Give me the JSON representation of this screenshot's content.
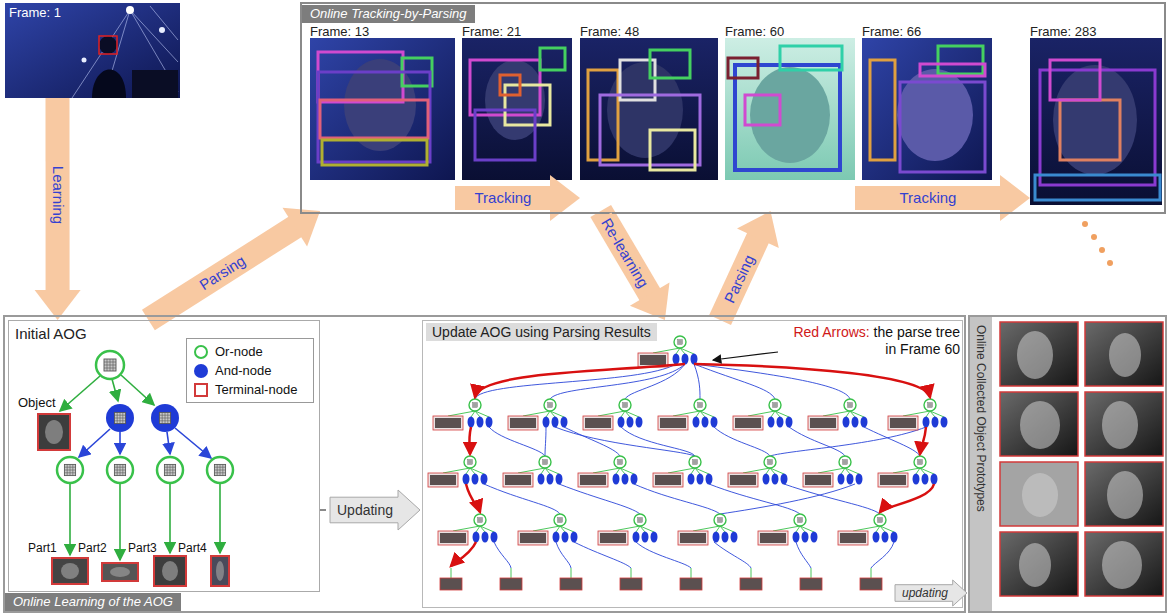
{
  "diagram": {
    "nodes": [
      {
        "text": [
          "Frame: 1"
        ]
      },
      {
        "text": [
          "Online Tracking-by-Parsing"
        ]
      },
      {
        "text": [
          "Frame: 13"
        ],
        "in": 1
      },
      {
        "text": [
          "Frame: 21"
        ],
        "in": 1
      },
      {
        "text": [
          "Frame: 48"
        ],
        "in": 1
      },
      {
        "text": [
          "Frame: 60"
        ],
        "in": 1
      },
      {
        "text": [
          "Frame: 66"
        ],
        "in": 1
      },
      {
        "text": [
          "Frame: 283"
        ],
        "in": 1
      },
      {
        "text": [
          "Online Learning of the AOG"
        ]
      },
      {
        "text": [
          "Initial AOG"
        ],
        "in": 8
      },
      {
        "text": [
          "Updating"
        ],
        "in": 8
      },
      {
        "text": [
          "Update AOG using Parsing Results"
        ],
        "in": 8
      },
      {
        "text": [
          "updating"
        ],
        "in": 11
      },
      {
        "text": [
          "Online Collected Object Prototypes"
        ]
      }
    ],
    "edges": [
      {
        "from": 0,
        "to": 9,
        "arrow": "to",
        "label": "Learning"
      },
      {
        "from": 9,
        "to": 2,
        "arrow": "to",
        "label": "Parsing"
      },
      {
        "from": 2,
        "to": 4,
        "arrow": "to",
        "label": "Tracking"
      },
      {
        "from": 4,
        "to": 11,
        "arrow": "to",
        "label": "Re-learning"
      },
      {
        "from": 11,
        "to": 5,
        "arrow": "to",
        "label": "Parsing"
      },
      {
        "from": 5,
        "to": 7,
        "arrow": "to",
        "label": "Tracking"
      },
      {
        "from": 9,
        "to": 10,
        "arrow": "none"
      }
    ],
    "labels": [
      "Object",
      "Part1",
      "Part2",
      "Part3",
      "Part4",
      "Red Arrows:",
      "the parse tree in Frame 60"
    ],
    "legend": [
      {
        "text": "Or-node"
      },
      {
        "text": "And-node"
      },
      {
        "text": "Terminal-node"
      }
    ]
  }
}
